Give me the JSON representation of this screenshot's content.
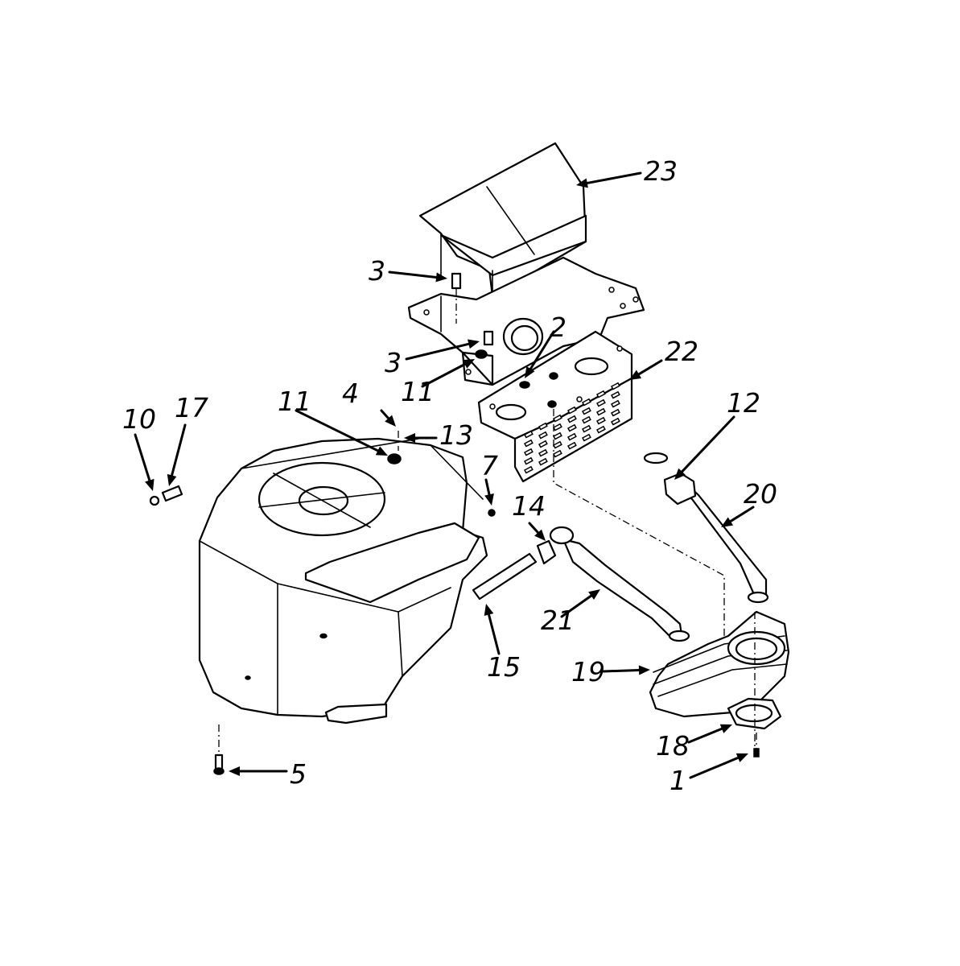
{
  "callouts": [
    "1",
    "2",
    "3",
    "3",
    "4",
    "5",
    "7",
    "10",
    "11",
    "11",
    "12",
    "13",
    "14",
    "15",
    "17",
    "18",
    "19",
    "20",
    "21",
    "22",
    "23"
  ],
  "colors": {
    "ink": "#000000",
    "paper": "#ffffff"
  }
}
